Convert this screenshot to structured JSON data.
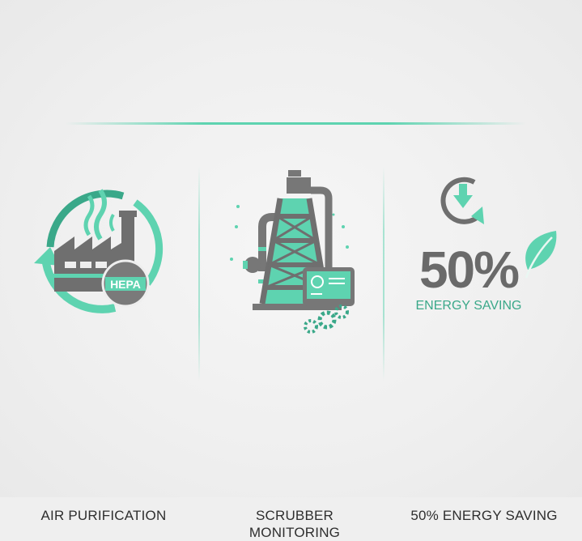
{
  "features": [
    {
      "label": "AIR PURIFICATION",
      "icon": "factory-hepa-icon",
      "badge": "HEPA"
    },
    {
      "label_line1": "SCRUBBER",
      "label_line2": "MONITORING",
      "icon": "scrubber-tower-icon"
    },
    {
      "label": "50% ENERGY SAVING",
      "icon": "energy-saving-icon",
      "big_value": "50%",
      "sub_text": "ENERGY SAVING"
    }
  ],
  "colors": {
    "accent": "#5ed3b0",
    "gray": "#6f6f6f",
    "text": "#2e2e2e"
  }
}
